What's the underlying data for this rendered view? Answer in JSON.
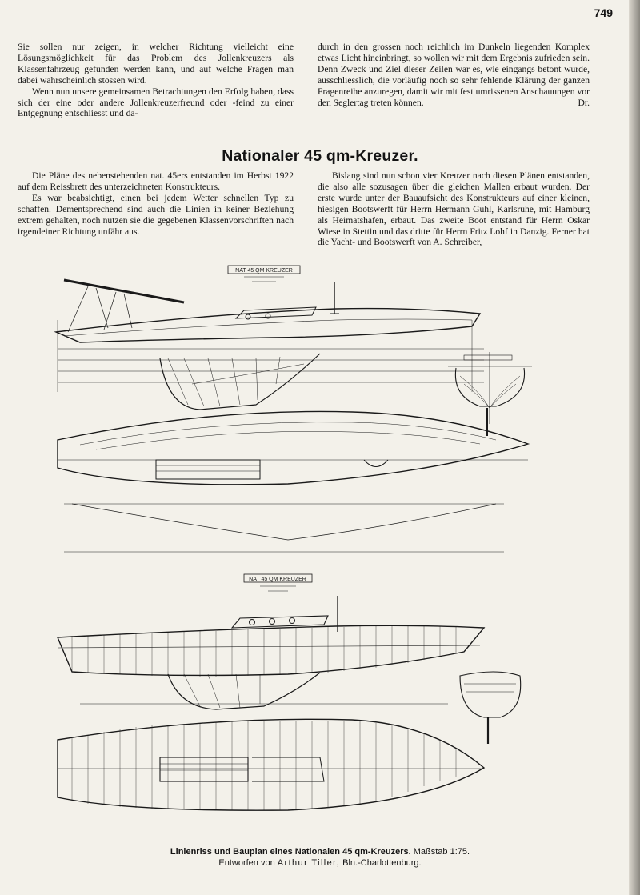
{
  "page_number": "749",
  "intro": {
    "left": [
      "Sie sollen nur zeigen, in welcher Richtung vielleicht eine Lösungsmöglichkeit für das Problem des Jollenkreuzers als Klassenfahrzeug gefunden werden kann, und auf welche Fragen man dabei wahrscheinlich stossen wird.",
      "Wenn nun unsere gemeinsamen Betrachtungen den Erfolg haben, dass sich der eine oder andere Jollenkreuzerfreund oder -feind zu einer Entgegnung entschliesst und da-"
    ],
    "right": "durch in den grossen noch reichlich im Dunkeln liegenden Komplex etwas Licht hineinbringt, so wollen wir mit dem Ergebnis zufrieden sein. Denn Zweck und Ziel dieser Zeilen war es, wie eingangs betont wurde, ausschliesslich, die vorläufig noch so sehr fehlende Klärung der ganzen Fragenreihe anzuregen, damit wir mit fest umrissenen Anschauungen vor den Seglertag treten können.",
    "signature": "Dr."
  },
  "headline": "Nationaler 45 qm-Kreuzer.",
  "article": {
    "left": [
      "Die Pläne des nebenstehenden nat. 45ers entstanden im Herbst 1922 auf dem Reissbrett des unterzeichneten Konstrukteurs.",
      "Es war beabsichtigt, einen bei jedem Wetter schnellen Typ zu schaffen. Dementsprechend sind auch die Linien in keiner Beziehung extrem gehalten, noch nutzen sie die gegebenen Klassenvorschriften nach irgendeiner Richtung unfähr aus."
    ],
    "right": "Bislang sind nun schon vier Kreuzer nach diesen Plänen entstanden, die also alle sozusagen über die gleichen Mallen erbaut wurden. Der erste wurde unter der Bauaufsicht des Konstrukteurs auf einer kleinen, hiesigen Bootswerft für Herrn Hermann Guhl, Karlsruhe, mit Hamburg als Heimatshafen, erbaut. Das zweite Boot entstand für Herrn Oskar Wiese in Stettin und das dritte für Herrn Fritz Lohf in Danzig. Ferner hat die Yacht- und Bootswerft von A. Schreiber,"
  },
  "plans": {
    "upper_title": "NAT 45 QM KREUZER",
    "lower_title": "NAT 45 QM KREUZER"
  },
  "caption": {
    "line1_bold": "Linienriss und Bauplan eines Nationalen 45 qm-Kreuzers.",
    "line1_scale": "Maßstab 1:75.",
    "line2_prefix": "Entworfen von",
    "line2_designer": "Arthur Tiller,",
    "line2_place": "Bln.-Charlottenburg."
  }
}
